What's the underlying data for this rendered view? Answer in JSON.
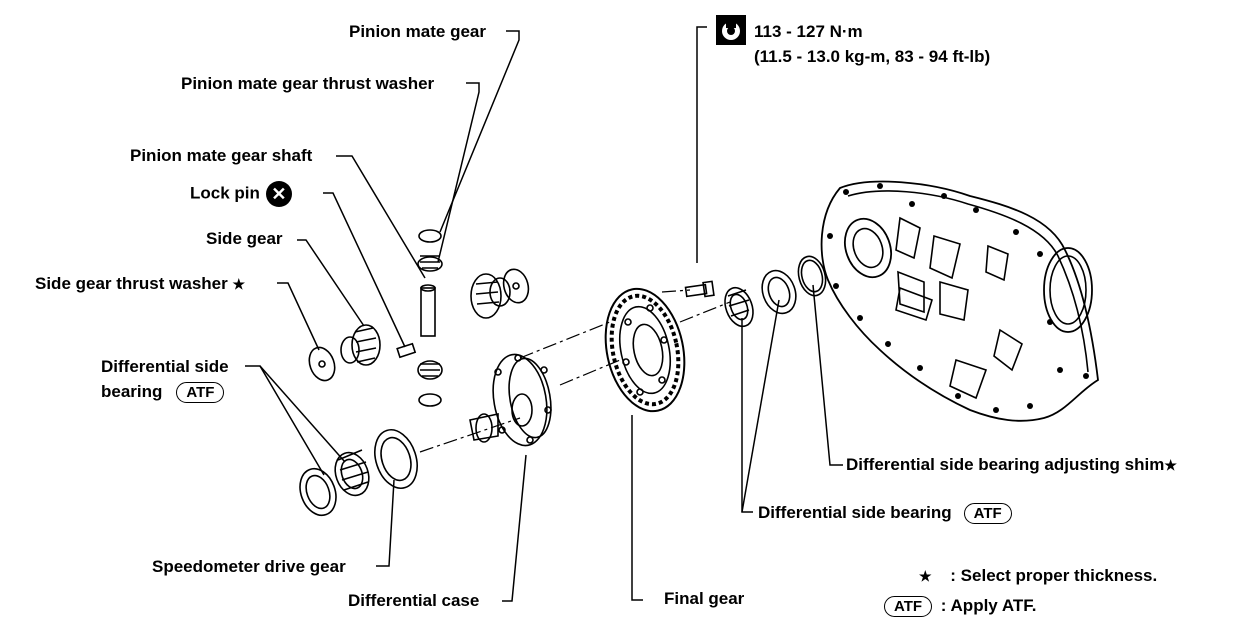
{
  "labels": {
    "pinion_mate_gear": "Pinion mate gear",
    "pinion_mate_gear_thrust_washer": "Pinion mate gear thrust washer",
    "pinion_mate_gear_shaft": "Pinion mate gear shaft",
    "lock_pin": "Lock pin",
    "lock_pin_symbol": "✕",
    "side_gear": "Side gear",
    "side_gear_thrust_washer": "Side gear thrust washer",
    "star": "★",
    "diff_side_bearing_line1": "Differential side",
    "diff_side_bearing_line2": "bearing",
    "atf": "ATF",
    "speedometer_drive_gear": "Speedometer drive gear",
    "differential_case": "Differential case",
    "final_gear": "Final gear",
    "differential_side_bearing": "Differential side bearing",
    "adjusting_shim": "Differential side bearing adjusting shim",
    "torque_line1": "113 - 127 N·m",
    "torque_line2": "(11.5 - 13.0 kg-m, 83 - 94 ft-lb)"
  },
  "legend": {
    "star_text": ": Select proper thickness.",
    "atf_text": ": Apply ATF."
  }
}
